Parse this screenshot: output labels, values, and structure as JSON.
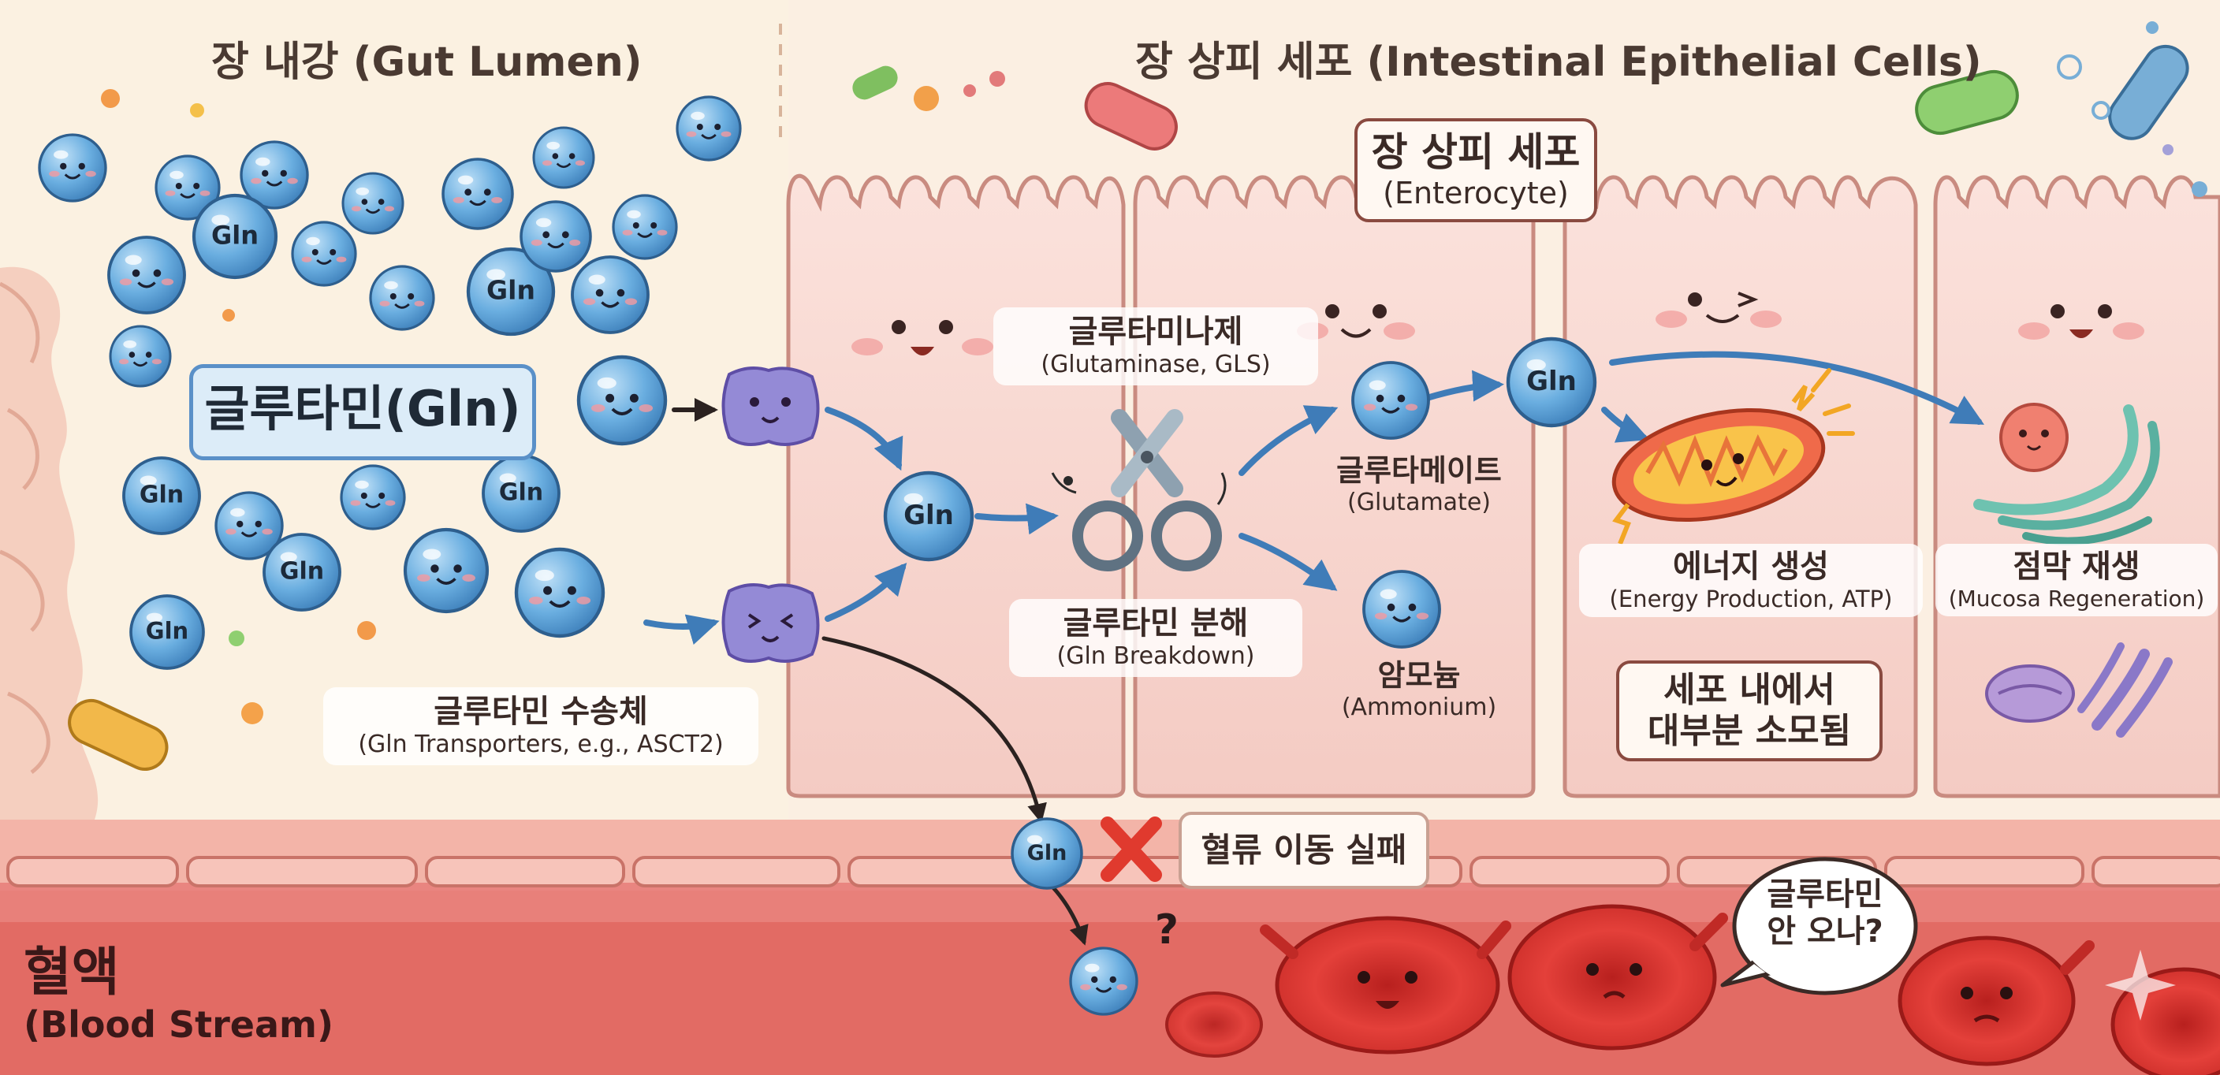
{
  "titles": {
    "lumen": "장 내강 (Gut Lumen)",
    "epithelium": "장 상피 세포 (Intestinal Epithelial Cells)",
    "blood_ko": "혈액",
    "blood_en": "(Blood Stream)"
  },
  "labels": {
    "glutamine_main": "글루타민(Gln)",
    "gln": "Gln",
    "transporter_ko": "글루타민 수송체",
    "transporter_en": "(Gln Transporters, e.g., ASCT2)",
    "enterocyte_ko": "장 상피 세포",
    "enterocyte_en": "(Enterocyte)",
    "glutaminase_ko": "글루타미나제",
    "glutaminase_en": "(Glutaminase, GLS)",
    "breakdown_ko": "글루타민 분해",
    "breakdown_en": "(Gln Breakdown)",
    "glutamate_ko": "글루타메이트",
    "glutamate_en": "(Glutamate)",
    "ammonium_ko": "암모늄",
    "ammonium_en": "(Ammonium)",
    "energy_ko": "에너지 생성",
    "energy_en": "(Energy Production, ATP)",
    "mucosa_ko": "점막 재생",
    "mucosa_en": "(Mucosa Regeneration)",
    "consumed_line1": "세포 내에서",
    "consumed_line2": "대부분 소모됨",
    "blood_fail": "혈류 이동 실패",
    "speech_line1": "글루타민",
    "speech_line2": "안 오나?",
    "question_mark": "?"
  },
  "colors": {
    "background": "#fbf1e1",
    "gln_sphere": "#5aa0d8",
    "gln_outline": "#2e5f8e",
    "cell_fill": "#f8d8d2",
    "cell_outline": "#c98b80",
    "transporter": "#8f7fcf",
    "blood": "#e26660",
    "red_cell": "#d83a36",
    "fail_x": "#e03a2e",
    "arrow": "#3f7cb8",
    "mitochondria": "#ef6a4a"
  }
}
